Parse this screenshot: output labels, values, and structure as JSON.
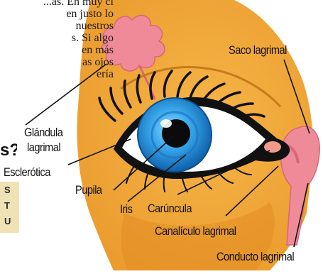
{
  "article_snippet": {
    "lines": [
      "...as. En muy ci",
      "en justo lo",
      "nuestros",
      "s. Si algo",
      "en más",
      "as ojos",
      "ería"
    ],
    "question_fragment": "s?"
  },
  "sidebar_box": {
    "lines": [
      "S",
      "T",
      "U"
    ]
  },
  "labels": {
    "gland": [
      "Glándula",
      "lagrimal"
    ],
    "sac": "Saco lagrimal",
    "sclera": "Esclerótica",
    "pupil": "Pupila",
    "iris": "Iris",
    "caruncle": "Carúncula",
    "canaliculus": "Canalículo lagrimal",
    "duct": "Conducto lagrimal"
  },
  "colors": {
    "skin": "#f2a93a",
    "skin_shadow": "#e39026",
    "gland_pink": "#ef8a99",
    "iris_blue": "#1b86d2",
    "iris_light": "#5cc0f5",
    "lash_black": "#111111",
    "sidebox_bg": "#efe2b4"
  }
}
